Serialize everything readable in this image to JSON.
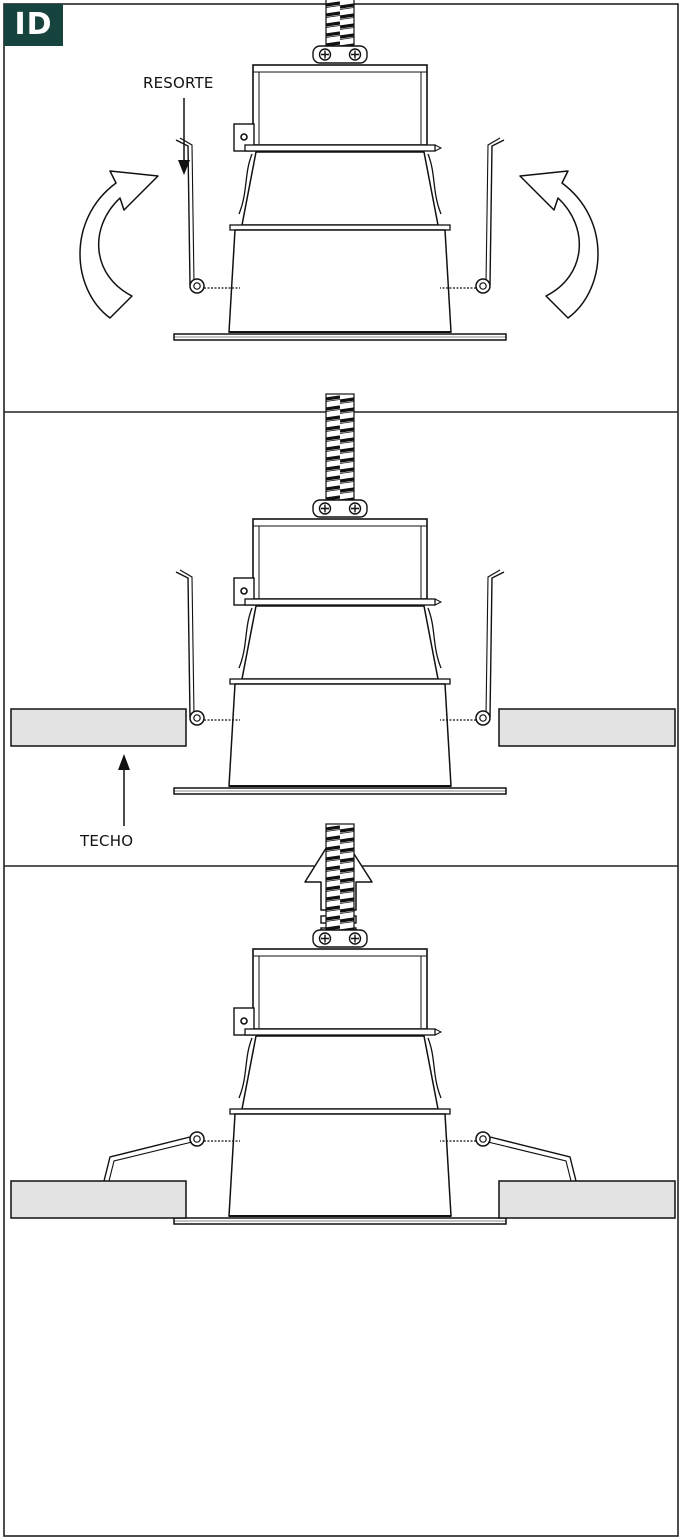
{
  "step": {
    "label": "ID"
  },
  "callouts": {
    "spring": "RESORTE",
    "ceiling": "TECHO"
  },
  "colors": {
    "badge": "#17433f",
    "ceiling_fill": "#e3e3e3",
    "line": "#111111"
  },
  "panels": [
    {
      "icons": [
        "rotate-left-arrow-icon",
        "rotate-right-arrow-icon"
      ]
    },
    {
      "icons": [
        "push-up-arrow-icon"
      ]
    },
    {
      "icons": []
    }
  ]
}
